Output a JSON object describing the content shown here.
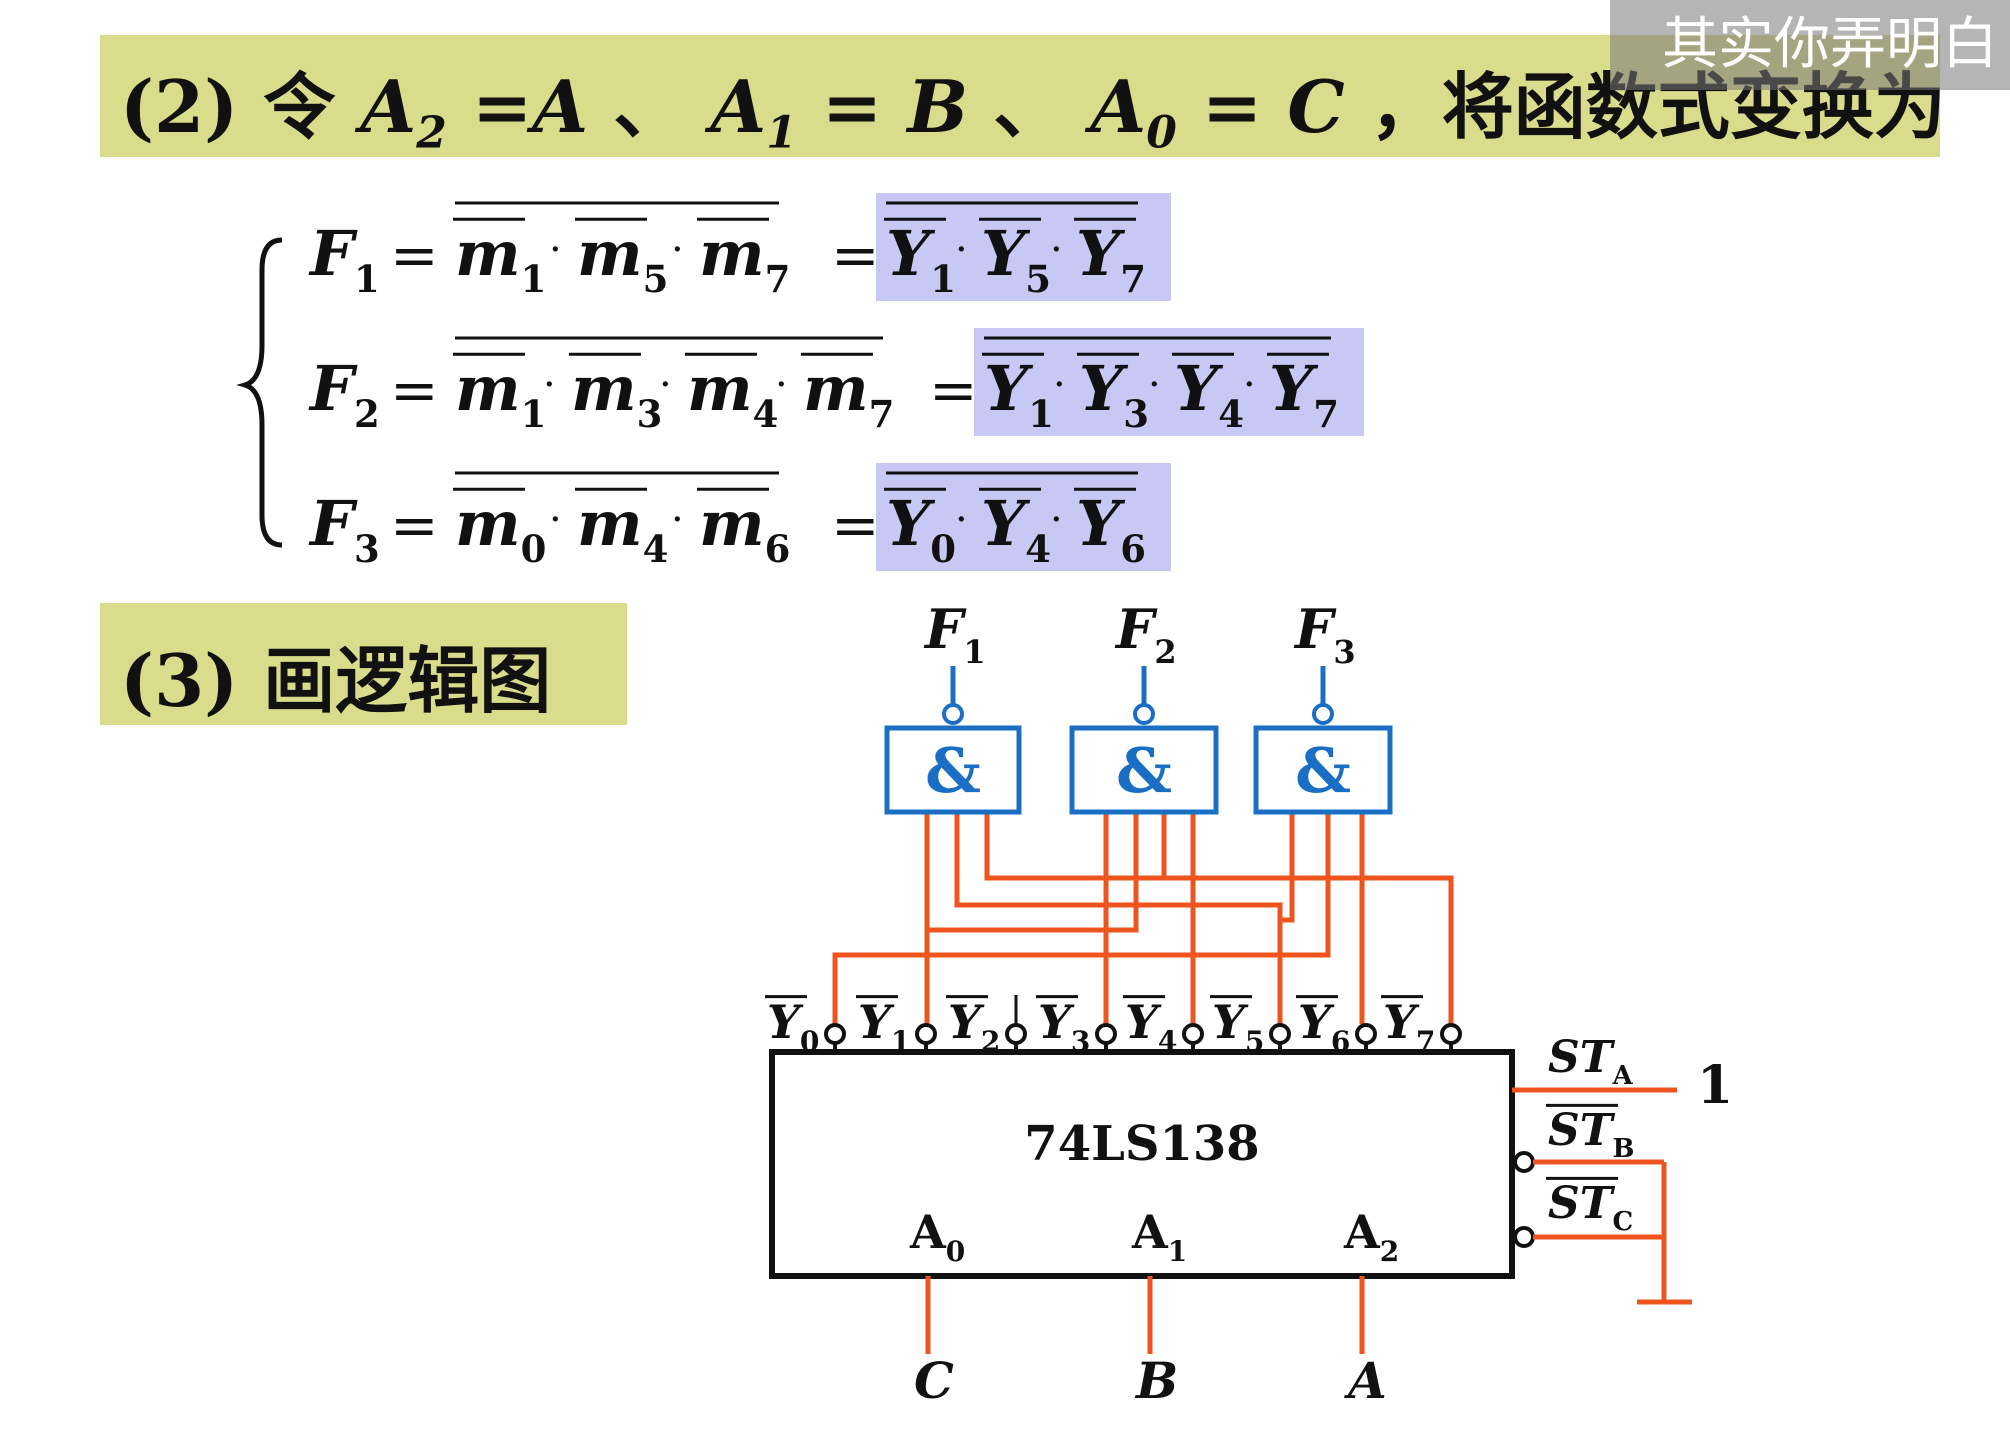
{
  "watermark": "其实你弄明白",
  "step2": {
    "label": "(2) 令",
    "a2": "A",
    "a2_sub": "2",
    "eq1": "=A",
    "sep1": "、",
    "a1": "A",
    "a1_sub": "1",
    "eq2": "= B",
    "sep2": "、",
    "a0": "A",
    "a0_sub": "0",
    "eq3": "= C",
    "tail": "，将函数式变换为"
  },
  "equations": [
    {
      "lhs": "F",
      "lhs_sub": "1",
      "m_terms": [
        [
          "m",
          "1"
        ],
        [
          "m",
          "5"
        ],
        [
          "m",
          "7"
        ]
      ],
      "y_terms": [
        [
          "Y",
          "1"
        ],
        [
          "Y",
          "5"
        ],
        [
          "Y",
          "7"
        ]
      ]
    },
    {
      "lhs": "F",
      "lhs_sub": "2",
      "m_terms": [
        [
          "m",
          "1"
        ],
        [
          "m",
          "3"
        ],
        [
          "m",
          "4"
        ],
        [
          "m",
          "7"
        ]
      ],
      "y_terms": [
        [
          "Y",
          "1"
        ],
        [
          "Y",
          "3"
        ],
        [
          "Y",
          "4"
        ],
        [
          "Y",
          "7"
        ]
      ]
    },
    {
      "lhs": "F",
      "lhs_sub": "3",
      "m_terms": [
        [
          "m",
          "0"
        ],
        [
          "m",
          "4"
        ],
        [
          "m",
          "6"
        ]
      ],
      "y_terms": [
        [
          "Y",
          "0"
        ],
        [
          "Y",
          "4"
        ],
        [
          "Y",
          "6"
        ]
      ]
    }
  ],
  "step3": {
    "label": "(3) 画逻辑图"
  },
  "diagram": {
    "chip_label": "74LS138",
    "gate_symbol": "&",
    "gate_outputs": [
      [
        "F",
        "1"
      ],
      [
        "F",
        "2"
      ],
      [
        "F",
        "3"
      ]
    ],
    "outputs": [
      [
        "Y",
        "0"
      ],
      [
        "Y",
        "1"
      ],
      [
        "Y",
        "2"
      ],
      [
        "Y",
        "3"
      ],
      [
        "Y",
        "4"
      ],
      [
        "Y",
        "5"
      ],
      [
        "Y",
        "6"
      ],
      [
        "Y",
        "7"
      ]
    ],
    "enable_pins": [
      [
        "ST",
        "A"
      ],
      [
        "ST",
        "B"
      ],
      [
        "ST",
        "C"
      ]
    ],
    "enable_value": "1",
    "address_pins": [
      [
        "A",
        "0"
      ],
      [
        "A",
        "1"
      ],
      [
        "A",
        "2"
      ]
    ],
    "address_inputs": [
      "C",
      "B",
      "A"
    ],
    "colors": {
      "wire": "#f0541e",
      "gate": "#1a6fc4",
      "highlight": "#c8c8f5",
      "band": "#d9dc8a"
    }
  }
}
